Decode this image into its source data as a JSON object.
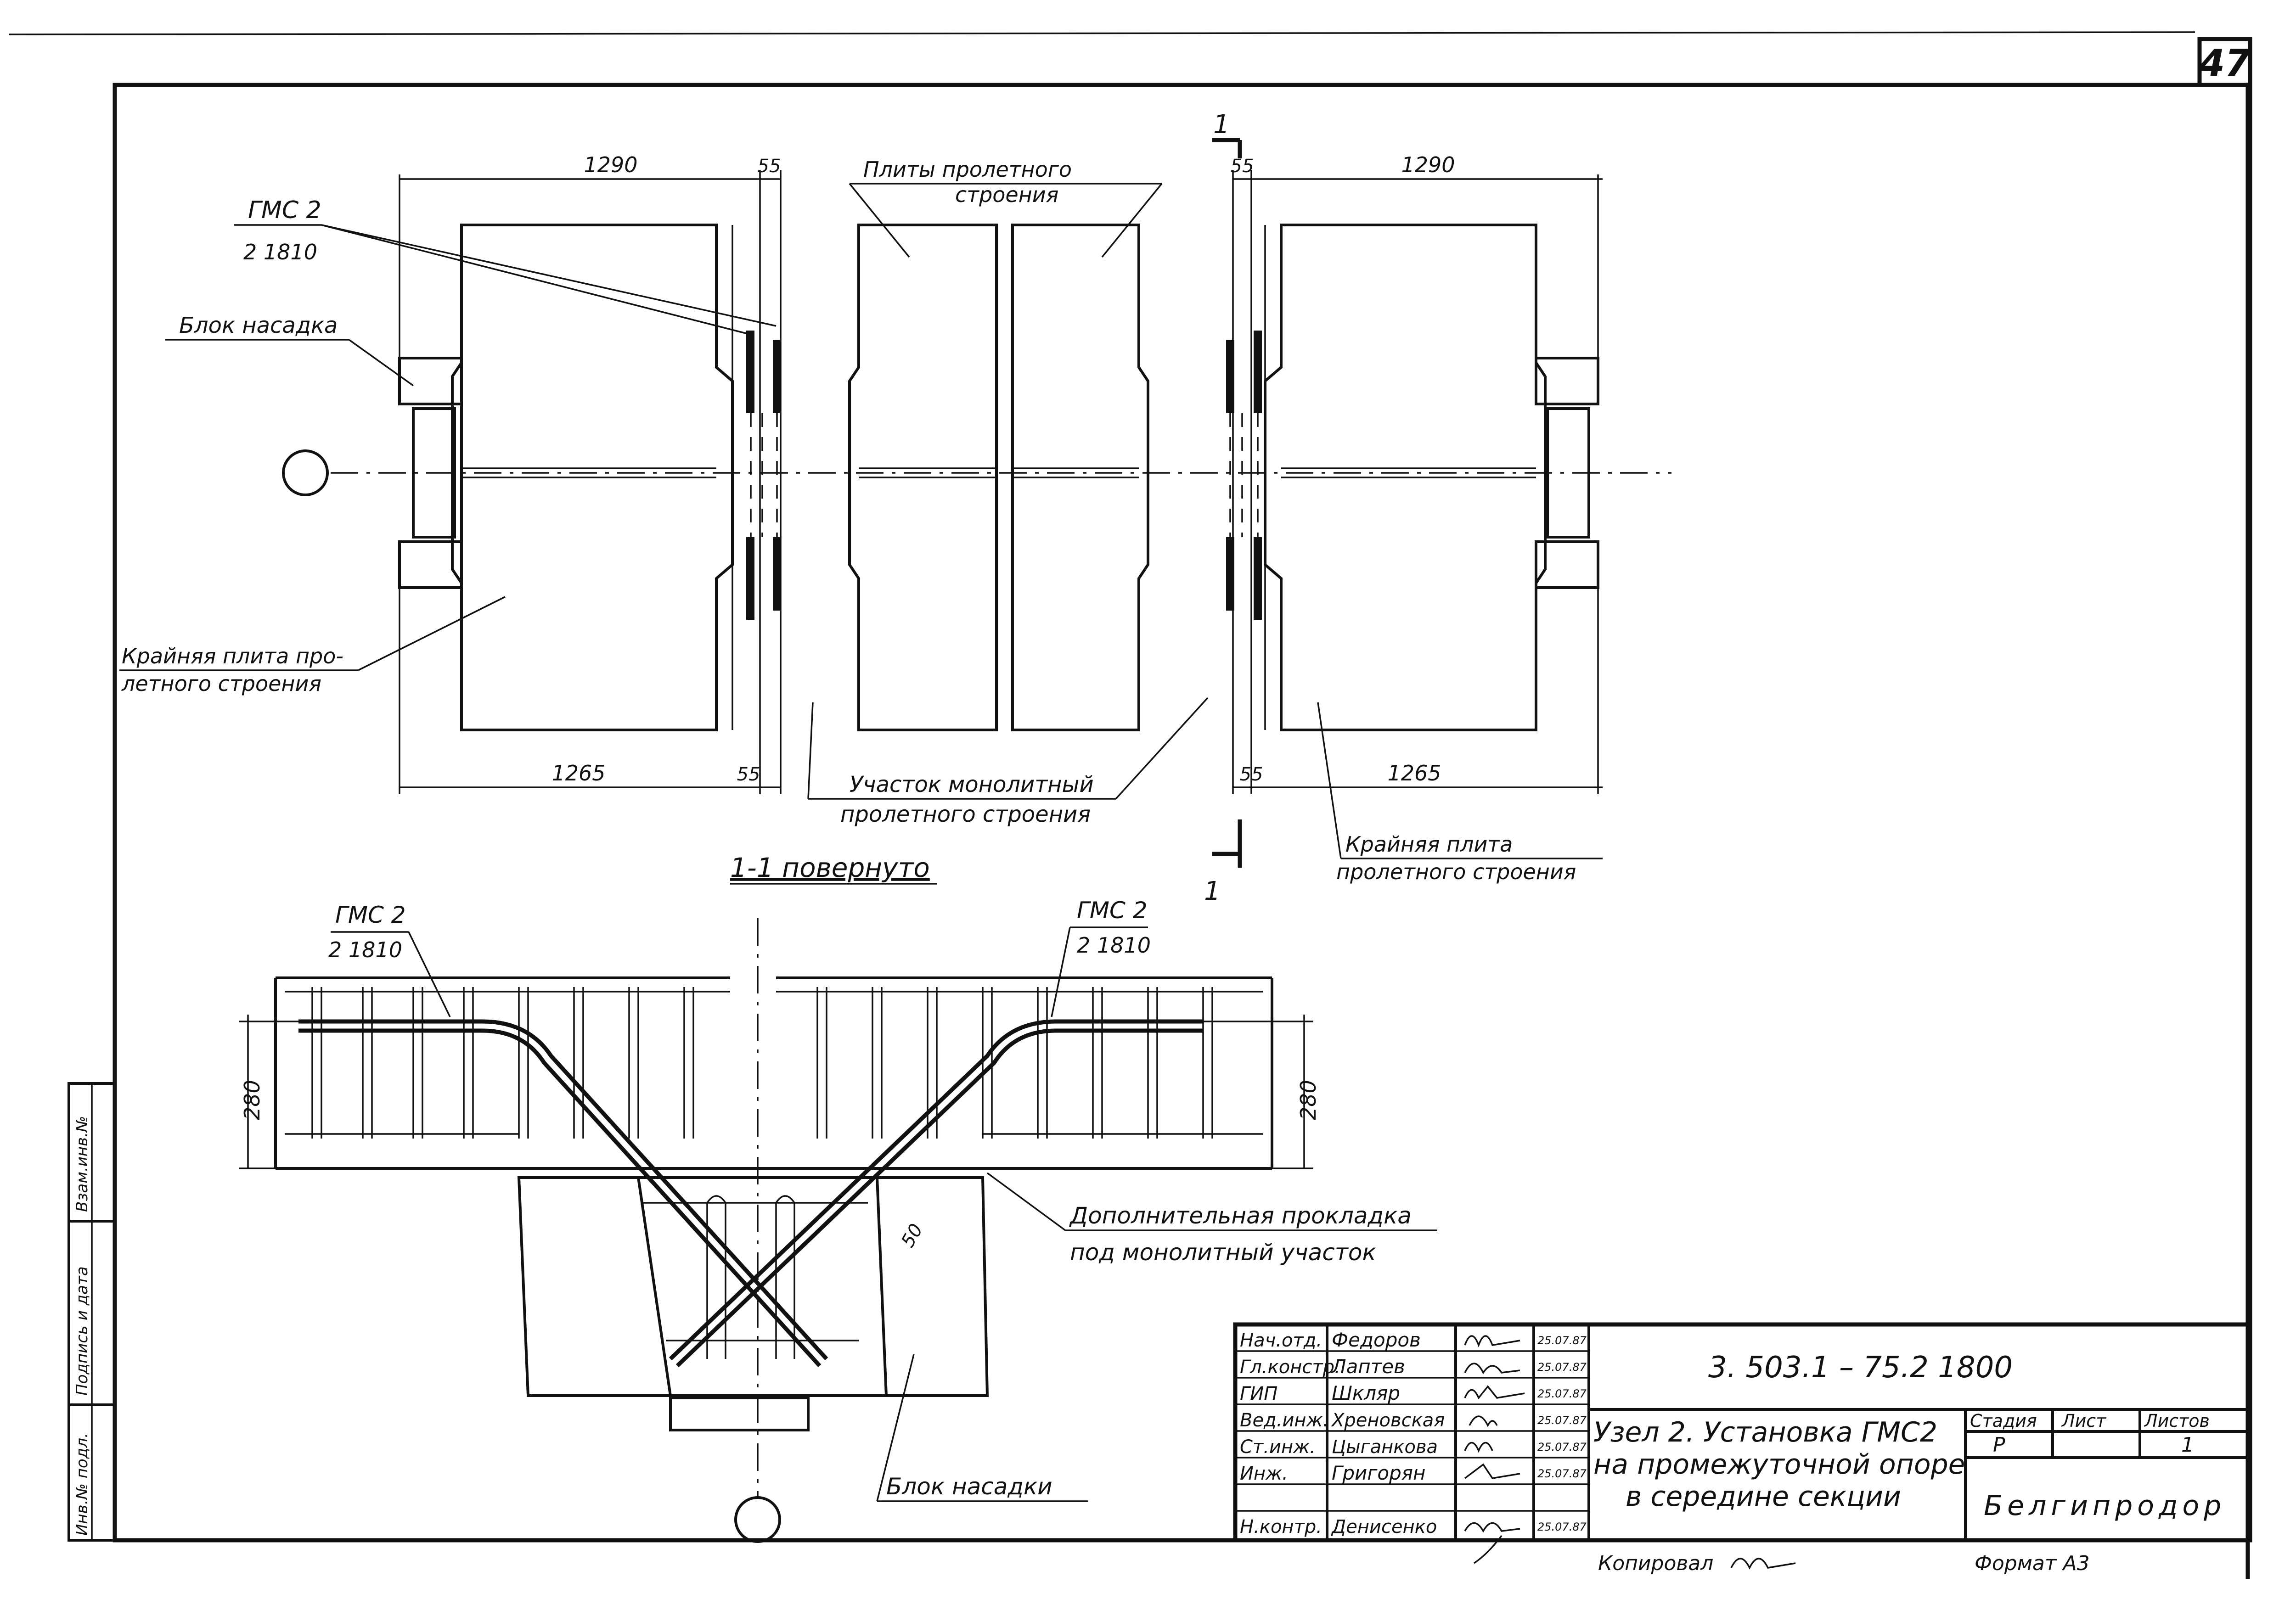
{
  "sheet_number": "47",
  "plan": {
    "dim_top_left": "1290",
    "dim_top_left_gap": "55",
    "dim_top_right_gap": "55",
    "dim_top_right": "1290",
    "dim_bottom_left": "1265",
    "dim_bottom_left_gap": "55",
    "dim_bottom_right_gap": "55",
    "dim_bottom_right": "1265",
    "section_mark_top": "1",
    "section_mark_bottom": "1",
    "label_gms_name": "ГМС 2",
    "label_gms_spec": "2  1810",
    "label_block": "Блок насадка",
    "label_slabs_line1": "Плиты пролетного",
    "label_slabs_line2": "строения",
    "label_edge_slab_left_line1": "Крайняя плита про-",
    "label_edge_slab_left_line2": "летного строения",
    "label_monolith_line1": "Участок монолитный",
    "label_monolith_line2": "пролетного строения",
    "label_edge_slab_right_line1": "Крайняя плита",
    "label_edge_slab_right_line2": "пролетного строения"
  },
  "section": {
    "title": "1-1  повернуто",
    "gms_left_name": "ГМС 2",
    "gms_left_spec": "2  1810",
    "gms_right_name": "ГМС 2",
    "gms_right_spec": "2  1810",
    "dim_left_height": "280",
    "dim_right_height": "280",
    "dim_offset": "50",
    "label_pad_line1": "Дополнительная прокладка",
    "label_pad_line2": "под монолитный участок",
    "label_block": "Блок насадки"
  },
  "side_stamp": {
    "cells": [
      "Инв.№ подл.",
      "Подпись и дата",
      "Взам.инв.№"
    ]
  },
  "title_block": {
    "doc_code": "3. 503.1  – 75.2   1800",
    "rows": [
      {
        "role": "Нач.отд.",
        "name": "Федоров",
        "date": "25.07.87"
      },
      {
        "role": "Гл.констр.",
        "name": "Лаптев",
        "date": "25.07.87"
      },
      {
        "role": "ГИП",
        "name": "Шкляр",
        "date": "25.07.87"
      },
      {
        "role": "Вед.инж.",
        "name": "Хреновская",
        "date": "25.07.87"
      },
      {
        "role": "Ст.инж.",
        "name": "Цыганкова",
        "date": "25.07.87"
      },
      {
        "role": "Инж.",
        "name": "Григорян",
        "date": "25.07.87"
      },
      {
        "role": "",
        "name": "",
        "date": ""
      },
      {
        "role": "Н.контр.",
        "name": "Денисенко",
        "date": "25.07.87"
      }
    ],
    "title_line1": "Узел 2. Установка ГМС2",
    "title_line2": "на промежуточной опоре",
    "title_line3": "в середине секции",
    "stage_header": "Стадия",
    "sheet_header": "Лист",
    "sheets_header": "Листов",
    "stage_value": "Р",
    "sheet_value": "",
    "sheets_value": "1",
    "organization": "Белгипродор"
  },
  "footer": {
    "copied_label": "Копировал",
    "format_label": "Формат А3"
  }
}
